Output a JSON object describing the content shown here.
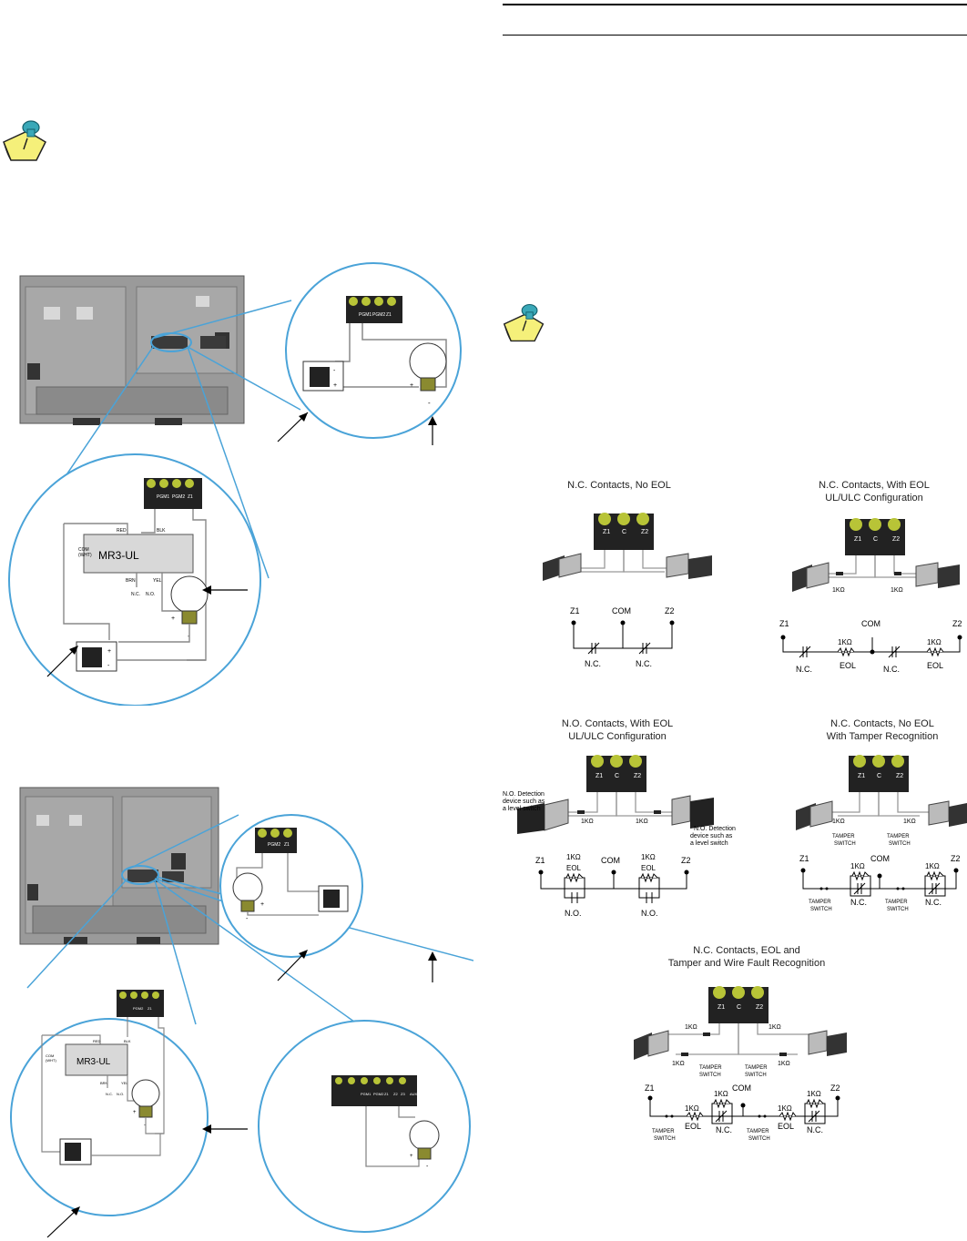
{
  "pcb": {
    "term4": [
      "PGM1",
      "PGM2",
      "Z1"
    ],
    "term3": [
      "PGM2",
      "Z1"
    ],
    "term6": [
      "PGM1",
      "PGM2",
      "Z1",
      "Z2",
      "Z3",
      "AUX"
    ],
    "polarity": {
      "plus": "+",
      "minus": "-"
    }
  },
  "relay": {
    "name": "MR3-UL",
    "red": "RED",
    "blk": "BLK",
    "com": "COM",
    "wht": "(WHT)",
    "brn": "BRN",
    "yel": "YEL",
    "nc": "N.C.",
    "no": "N.O."
  },
  "diagrams": {
    "d1": {
      "title": "N.C. Contacts, No EOL",
      "term": [
        "Z1",
        "C",
        "Z2"
      ],
      "z1": "Z1",
      "com": "COM",
      "z2": "Z2",
      "nc1": "N.C.",
      "nc2": "N.C."
    },
    "d2": {
      "title1": "N.C. Contacts, With EOL",
      "title2": "UL/ULC Configuration",
      "term": [
        "Z1",
        "C",
        "Z2"
      ],
      "r1": "1KΩ",
      "r2": "1KΩ",
      "z1": "Z1",
      "com": "COM",
      "z2": "Z2",
      "nc1": "N.C.",
      "nc2": "N.C.",
      "k1": "1KΩ",
      "k2": "1KΩ",
      "eol1": "EOL",
      "eol2": "EOL"
    },
    "d3": {
      "title1": "N.O. Contacts, With EOL",
      "title2": "UL/ULC Configuration",
      "term": [
        "Z1",
        "C",
        "Z2"
      ],
      "dev_left1": "N.O. Detection",
      "dev_left2": "device such as",
      "dev_left3": "a level switch",
      "dev_right1": "N.O. Detection",
      "dev_right2": "device such as",
      "dev_right3": "a level switch",
      "r1": "1KΩ",
      "r2": "1KΩ",
      "z1": "Z1",
      "com": "COM",
      "z2": "Z2",
      "k1": "1KΩ",
      "k2": "1KΩ",
      "eol1": "EOL",
      "eol2": "EOL",
      "no1": "N.O.",
      "no2": "N.O."
    },
    "d4": {
      "title1": "N.C. Contacts, No EOL",
      "title2": "With Tamper Recognition",
      "term": [
        "Z1",
        "C",
        "Z2"
      ],
      "r1": "1KΩ",
      "r2": "1KΩ",
      "tamper": "TAMPER",
      "switch": "SWITCH",
      "z1": "Z1",
      "com": "COM",
      "z2": "Z2",
      "k1": "1KΩ",
      "k2": "1KΩ",
      "nc1": "N.C.",
      "nc2": "N.C."
    },
    "d5": {
      "title1": "N.C. Contacts, EOL and",
      "title2": "Tamper and Wire Fault Recognition",
      "term": [
        "Z1",
        "C",
        "Z2"
      ],
      "r1": "1KΩ",
      "r2": "1KΩ",
      "r3": "1KΩ",
      "r4": "1KΩ",
      "tamper": "TAMPER",
      "switch": "SWITCH",
      "z1": "Z1",
      "com": "COM",
      "z2": "Z2",
      "k1": "1KΩ",
      "k2": "1KΩ",
      "k3": "1KΩ",
      "k4": "1KΩ",
      "eol1": "EOL",
      "eol2": "EOL",
      "nc1": "N.C.",
      "nc2": "N.C."
    }
  },
  "colors": {
    "magnifier": "#4aa3d8",
    "panel": "#8c8c8c",
    "terminal_green": "#b8c437",
    "note_yellow": "#f5f07a",
    "pin_teal": "#3aa8b8"
  }
}
